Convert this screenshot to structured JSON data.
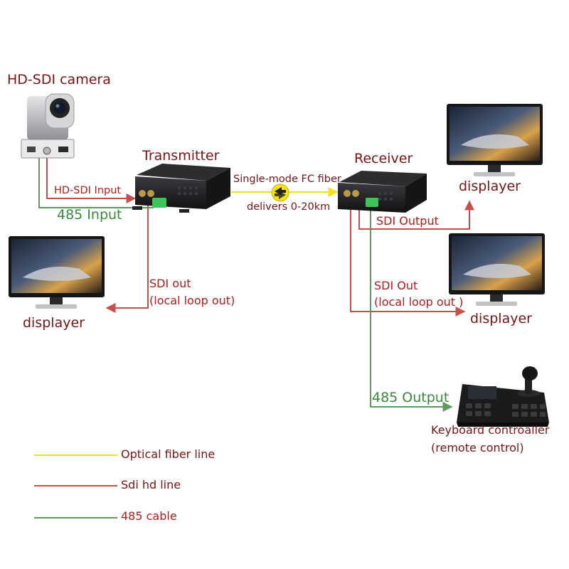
{
  "devices": {
    "camera": "HD-SDI camera",
    "transmitter": "Transmitter",
    "receiver": "Receiver",
    "displayer": "displayer",
    "keyboard": [
      "Keyboard controaller",
      "(remote control)"
    ]
  },
  "links": {
    "hd_sdi_input": "HD-SDI Input",
    "input_485": "485 Input",
    "fiber": [
      "Single-mode FC fiber",
      "delivers 0-20km"
    ],
    "tx_sdi_out": [
      "SDI out",
      "(local loop out)"
    ],
    "rx_sdi_output": "SDI Output",
    "rx_sdi_out": [
      "SDI Out",
      "(local loop out )"
    ],
    "output_485": "485 Output"
  },
  "legend": [
    {
      "label": "Optical fiber line",
      "color": "#f2e21c"
    },
    {
      "label": "Sdi hd line",
      "color": "#c8504b"
    },
    {
      "label": "485 cable",
      "color": "#5e9a5e"
    }
  ],
  "colors": {
    "fiber": "#f2e21c",
    "sdi": "#c8504b",
    "rs485": "#5e9a5e",
    "device_body": "#1d1d1f",
    "text_red": "#b01c1c",
    "text_green": "#3a8a3a"
  },
  "icons": [
    "ptz-camera-icon",
    "fiber-transmitter-icon",
    "fiber-receiver-icon",
    "monitor-icon",
    "keyboard-controller-icon",
    "fiber-coupler-icon"
  ]
}
